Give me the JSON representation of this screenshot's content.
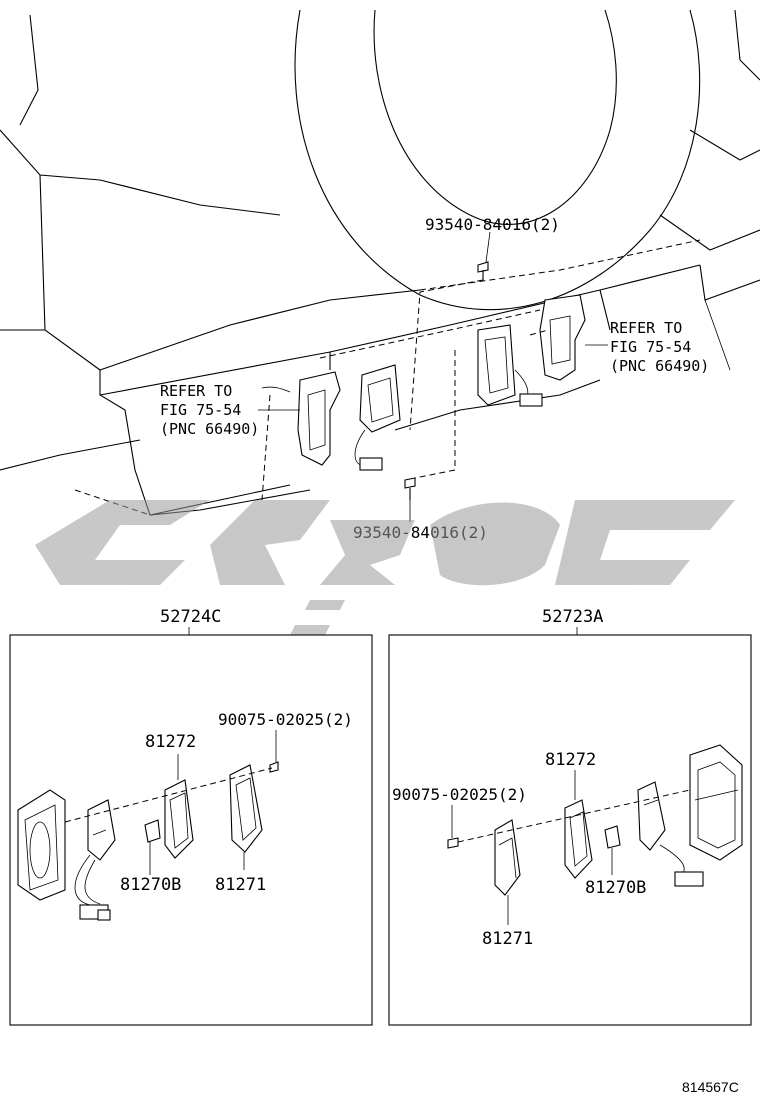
{
  "upper_labels": {
    "bolt_top": "93540-84016(2)",
    "bolt_bottom": "93540-84016(2)",
    "refer_left": [
      "REFER TO",
      "FIG 75-54",
      "(PNC 66490)"
    ],
    "refer_right": [
      "REFER TO",
      "FIG 75-54",
      "(PNC 66490)"
    ]
  },
  "left_box": {
    "title": "52724C",
    "screw": "90075-02025(2)",
    "gasket": "81272",
    "bulb": "81270B",
    "lens": "81271"
  },
  "right_box": {
    "title": "52723A",
    "screw": "90075-02025(2)",
    "gasket": "81272",
    "bulb": "81270B",
    "lens": "81271"
  },
  "watermark": "Logo",
  "figure_id": "814567C"
}
